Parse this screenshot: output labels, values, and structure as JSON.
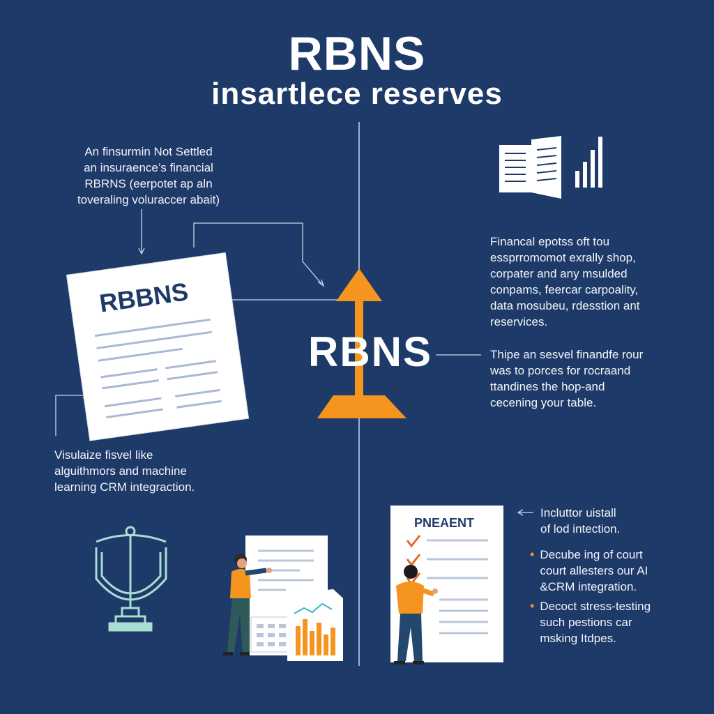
{
  "header": {
    "title": "RBNS",
    "subtitle": "insartlece reserves"
  },
  "left_top_note": {
    "lines": [
      "An finsurmin Not Settled",
      "an insuraence’s financial",
      "RBRNS (eerpotet ap aln",
      "toveraling voluraccer abait)"
    ]
  },
  "document_card": {
    "heading": "RBBNS"
  },
  "center": {
    "label": "RBNS",
    "accent_color": "#f5951f"
  },
  "left_bottom_note": {
    "lines": [
      "Visulaize fisvel like",
      "alguithmors and machine",
      "learning CRM integraction."
    ]
  },
  "right_mid_note": {
    "lines": [
      "Financal  epotss oft tou",
      "essprromomot exrally shop,",
      "corpater and any msulded",
      "conpams, feercar carpoality,",
      "data mosubeu, rdesstion ant",
      "reservices."
    ]
  },
  "right_lower_note": {
    "lines": [
      "Thipe an sesvel finandfe rour",
      "was to porces for rocraand",
      "ttandines the hop-and",
      "cecening your table."
    ]
  },
  "checklist_card": {
    "heading": "PNEAENT"
  },
  "bottom_right_list": {
    "intro_lines": [
      "Incluttor uistall",
      "of lod intection."
    ],
    "bullets": [
      {
        "lines": [
          "Decube ing of court",
          "court allesters our AI",
          "&CRM integration."
        ]
      },
      {
        "lines": [
          "Decoct stress-testing",
          "such pestions car",
          "msking Itdpes."
        ]
      }
    ]
  },
  "icons": {
    "report": "report-book-icon",
    "bars": "bar-chart-icon",
    "scale": "justice-scale-icon",
    "person_left": "presenter-figure-icon",
    "person_right": "reviewer-figure-icon"
  },
  "colors": {
    "background": "#1e3a68",
    "accent": "#f5951f",
    "paper": "#ffffff",
    "line": "#c9d6ea",
    "scale": "#a8ddd2"
  }
}
